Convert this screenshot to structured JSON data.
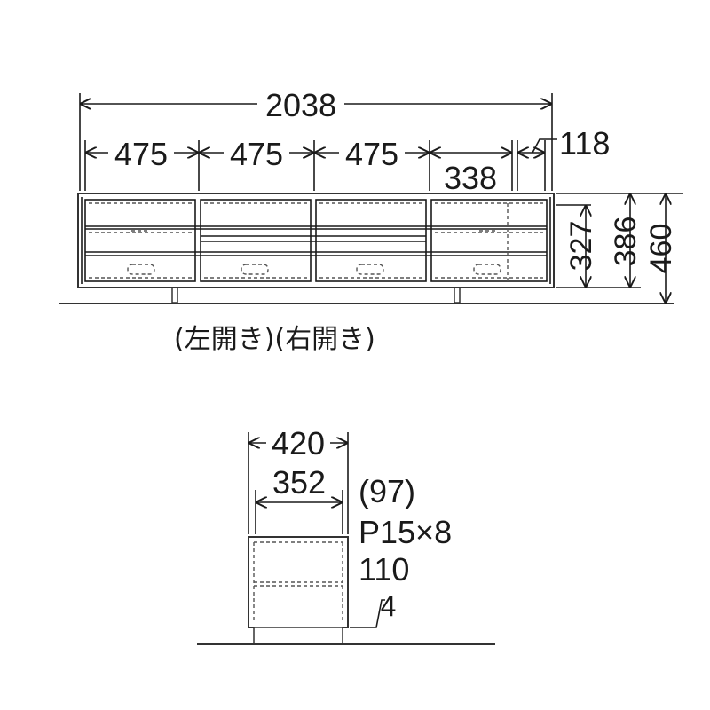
{
  "front_view": {
    "overall_width": "2038",
    "section_widths": [
      "475",
      "475",
      "475",
      "338"
    ],
    "side_gap": "118",
    "heights": [
      "327",
      "386",
      "460"
    ],
    "door_labels": "(左開き)(右開き)"
  },
  "side_view": {
    "depth": "420",
    "inner_depth": "352",
    "notes": [
      "(97)",
      "P15×8",
      "110"
    ],
    "base_mark": "4"
  }
}
